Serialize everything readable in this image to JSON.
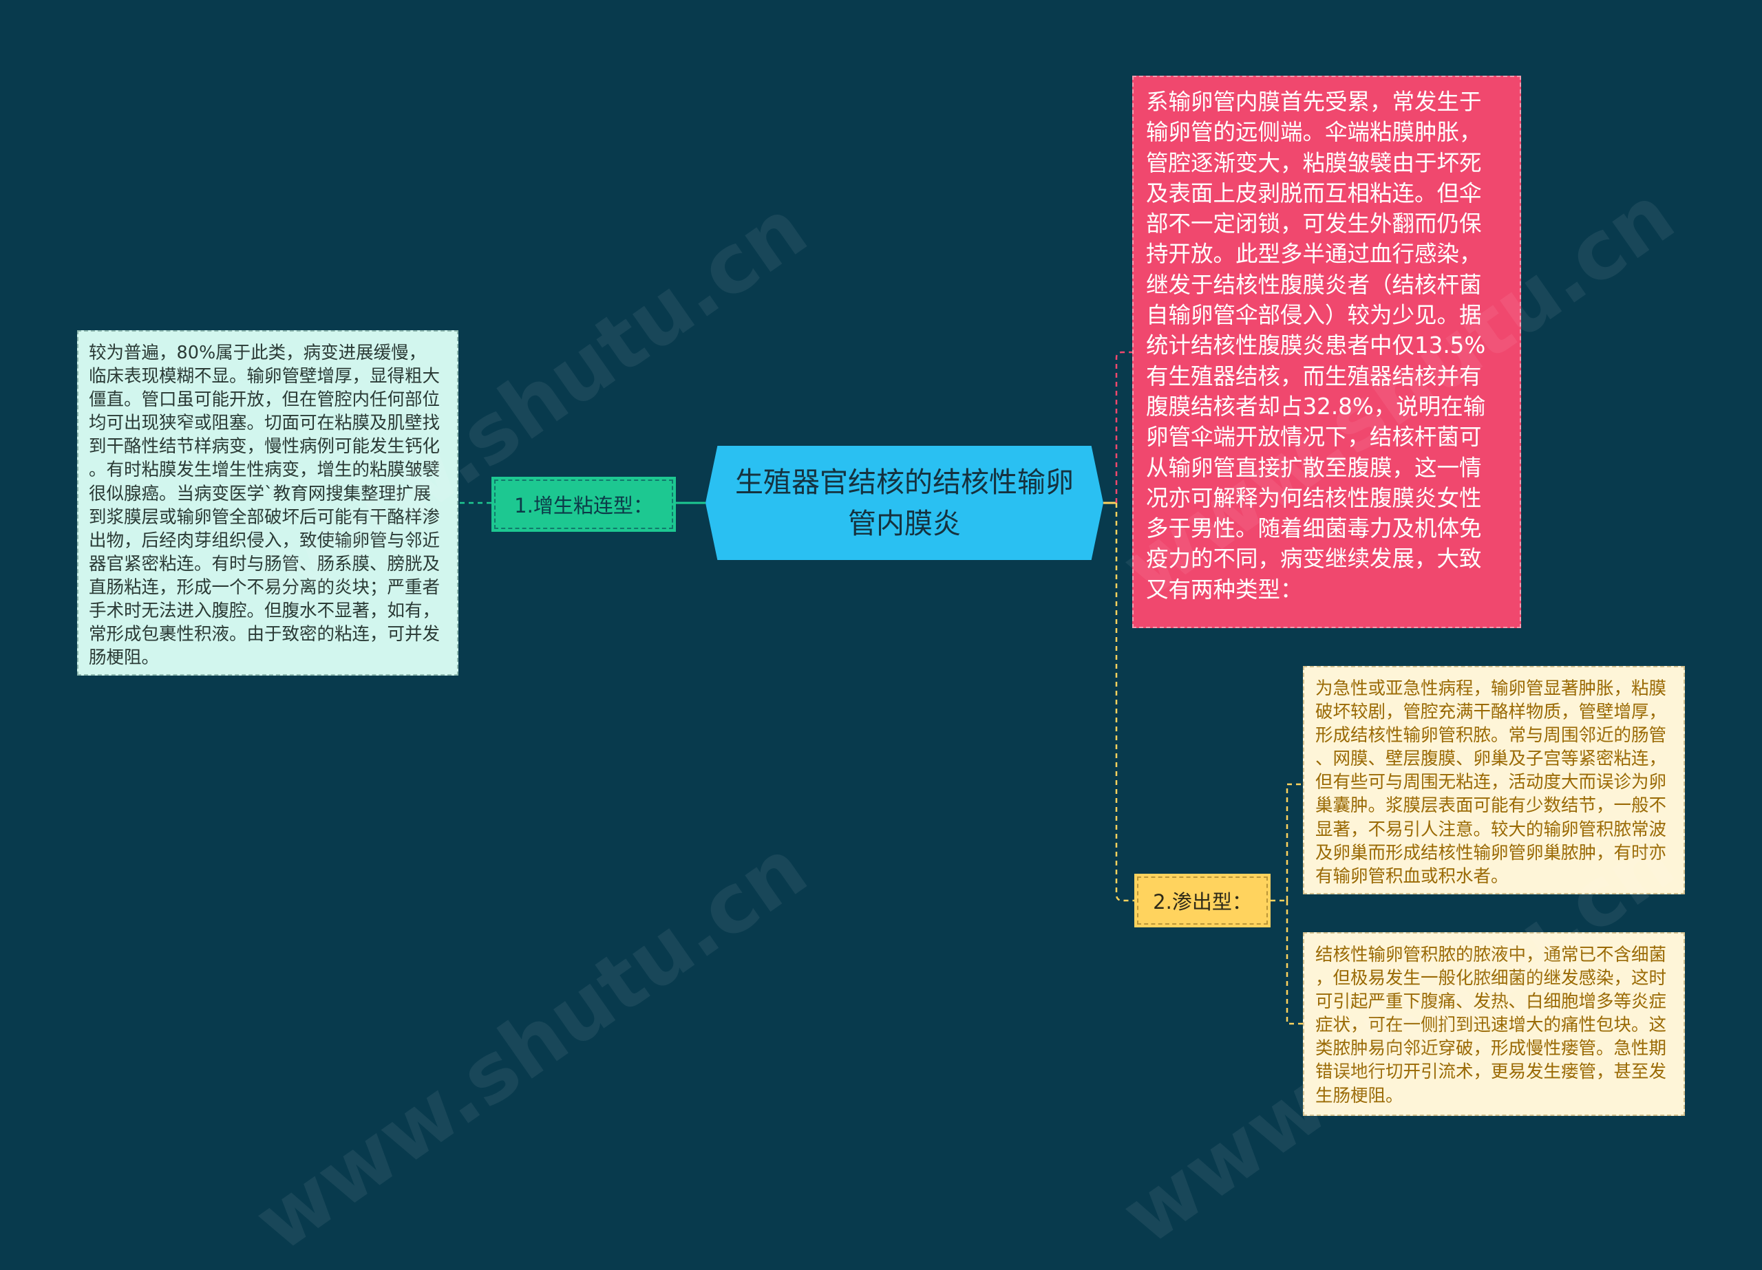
{
  "central": {
    "label": "生殖器官结核的结核性输卵管内膜炎"
  },
  "topics": {
    "proliferative": {
      "label": "1.增生粘连型："
    },
    "exudative": {
      "label": "2.渗出型："
    }
  },
  "notes": {
    "intro": "系输卵管内膜首先受累，常发生于\n输卵管的远侧端。伞端粘膜肿胀，\n管腔逐渐变大，粘膜皱襞由于坏死\n及表面上皮剥脱而互相粘连。但伞\n部不一定闭锁，可发生外翻而仍保\n持开放。此型多半通过血行感染，\n继发于结核性腹膜炎者（结核杆菌\n自输卵管伞部侵入）较为少见。据\n统计结核性腹膜炎患者中仅13.5%\n有生殖器结核，而生殖器结核并有\n腹膜结核者却占32.8%，说明在输\n卵管伞端开放情况下，结核杆菌可\n从输卵管直接扩散至腹膜，这一情\n况亦可解释为何结核性腹膜炎女性\n多于男性。随着细菌毒力及机体免\n疫力的不同，病变继续发展，大致\n又有两种类型：",
    "proliferative_detail": "较为普遍，80%属于此类，病变进展缓慢，\n临床表现模糊不显。输卵管壁增厚，显得粗大\n僵直。管口虽可能开放，但在管腔内任何部位\n均可出现狭窄或阻塞。切面可在粘膜及肌壁找\n到干酪性结节样病变，慢性病例可能发生钙化\n。有时粘膜发生增生性病变，增生的粘膜皱襞\n很似腺癌。当病变医学`教育网搜集整理扩展\n到浆膜层或输卵管全部破坏后可能有干酪样渗\n出物，后经肉芽组织侵入，致使输卵管与邻近\n器官紧密粘连。有时与肠管、肠系膜、膀胱及\n直肠粘连，形成一个不易分离的炎块；严重者\n手术时无法进入腹腔。但腹水不显著，如有，\n常形成包裹性积液。由于致密的粘连，可并发\n肠梗阻。",
    "exudative_detail_1": "为急性或亚急性病程，输卵管显著肿胀，粘膜\n破坏较剧，管腔充满干酪样物质，管壁增厚，\n形成结核性输卵管积脓。常与周围邻近的肠管\n、网膜、壁层腹膜、卵巢及子宫等紧密粘连，\n但有些可与周围无粘连，活动度大而误诊为卵\n巢囊肿。浆膜层表面可能有少数结节，一般不\n显著，不易引人注意。较大的输卵管积脓常波\n及卵巢而形成结核性输卵管卵巢脓肿，有时亦\n有输卵管积血或积水者。",
    "exudative_detail_2": "结核性输卵管积脓的脓液中，通常已不含细菌\n，但极易发生一般化脓细菌的继发感染，这时\n可引起严重下腹痛、发热、白细胞增多等炎症\n症状，可在一侧扪到迅速增大的痛性包块。这\n类脓肿易向邻近穿破，形成慢性瘘管。急性期\n错误地行切开引流术，更易发生瘘管，甚至发\n生肠梗阻。"
  },
  "watermark": "www.shutu.cn",
  "colors": {
    "background": "#083a4d",
    "central": "#2ac0f2",
    "topic_green": "#1dc891",
    "topic_yellow": "#ffd35e",
    "intro_pink": "#f0486e",
    "note_mint": "#d2f6ee",
    "note_cream": "#fef5d8",
    "line_green": "#1dc891",
    "line_yellow": "#ffd35e",
    "line_pink": "#f0486e"
  }
}
